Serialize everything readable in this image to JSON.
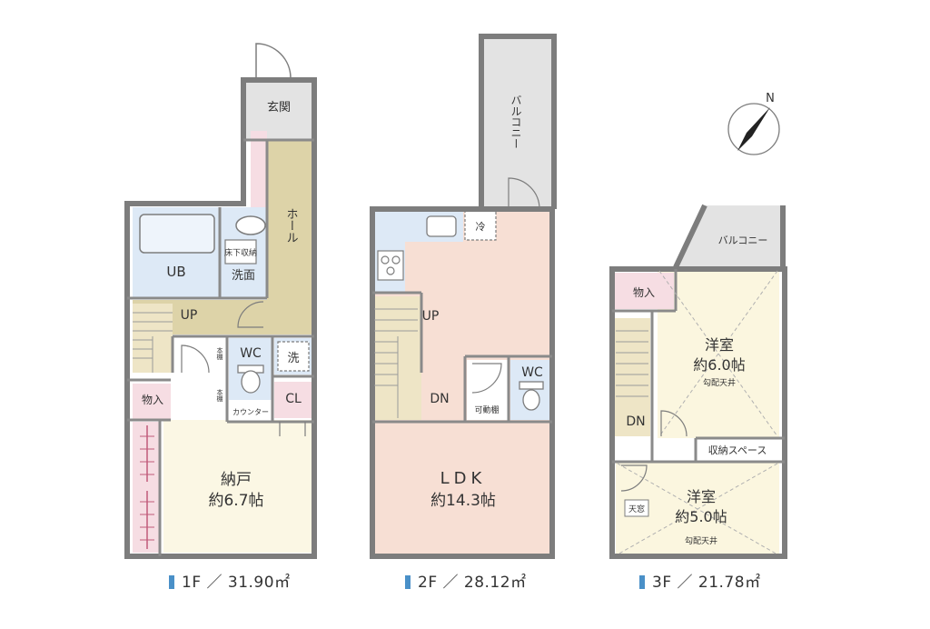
{
  "floors": [
    {
      "key": "1f",
      "caption": "1F ／ 31.90㎡",
      "rooms": {
        "entrance": "玄関",
        "hall": "ホール",
        "ub": "UB",
        "storage_under": "床下収納",
        "washroom": "洗面",
        "up": "UP",
        "wc": "WC",
        "laundry": "洗",
        "shelf1": "本棚",
        "shelf2": "本棚",
        "counter": "カウンター",
        "closet_storage": "物入",
        "cl": "CL",
        "storeroom_name": "納戸",
        "storeroom_size": "約6.7帖"
      }
    },
    {
      "key": "2f",
      "caption": "2F ／ 28.12㎡",
      "rooms": {
        "balcony": "バルコニー",
        "fridge": "冷",
        "up": "UP",
        "dn": "DN",
        "wc": "WC",
        "movable_shelf": "可動棚",
        "ldk_name": "LDK",
        "ldk_size": "約14.3帖"
      }
    },
    {
      "key": "3f",
      "caption": "3F ／ 21.78㎡",
      "rooms": {
        "balcony": "バルコニー",
        "closet_storage": "物入",
        "dn": "DN",
        "western1_name": "洋室",
        "western1_size": "約6.0帖",
        "western1_note": "勾配天井",
        "storage_space": "収納スペース",
        "skylight": "天窓",
        "western2_name": "洋室",
        "western2_size": "約5.0帖",
        "western2_note": "勾配天井"
      }
    }
  ],
  "compass": {
    "north": "N"
  },
  "colors": {
    "wall": "#7d7d7d",
    "hall": "#ddd3a8",
    "bath": "#dde9f6",
    "entrance": "#e3e3e3",
    "storeroom": "#fbf7e4",
    "ldk": "#f7dfd4",
    "bedroom": "#fbf6df",
    "closet": "#f6dde3",
    "stairs": "#eee5c6",
    "balcony": "#e3e3e3"
  }
}
